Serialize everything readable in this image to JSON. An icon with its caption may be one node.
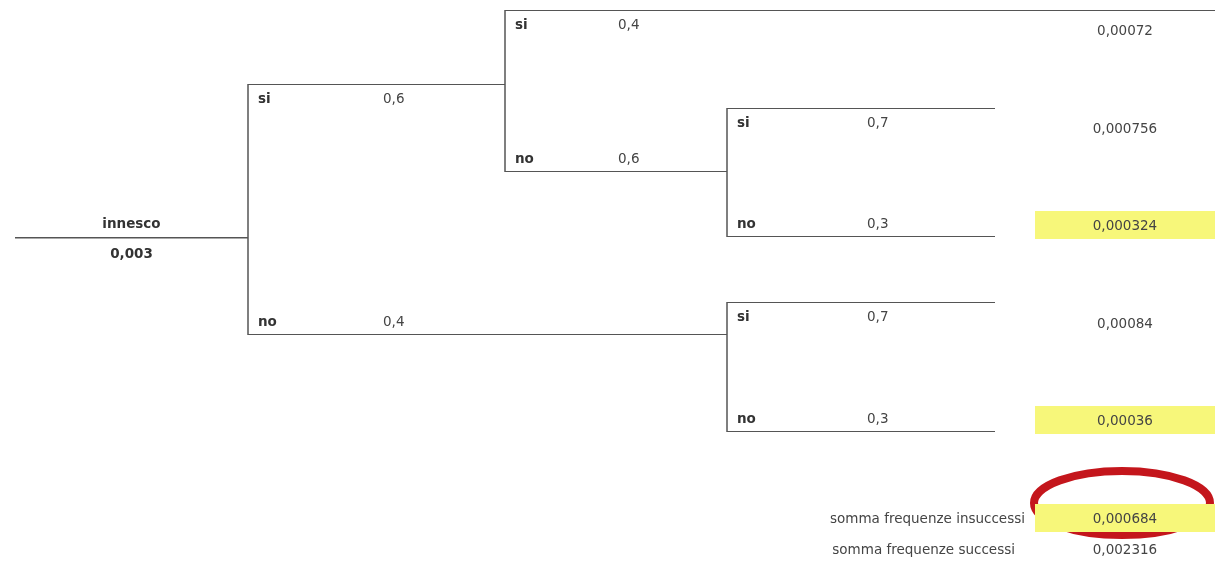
{
  "diagram": {
    "nodes": [
      {
        "text": [
          "innesco",
          "0,003"
        ]
      },
      {
        "text": [
          "si",
          "0,6"
        ]
      },
      {
        "text": [
          "no",
          "0,4"
        ]
      },
      {
        "text": [
          "si",
          "0,4"
        ]
      },
      {
        "text": [
          "no",
          "0,6"
        ]
      },
      {
        "text": [
          "si",
          "0,7"
        ]
      },
      {
        "text": [
          "no",
          "0,3"
        ]
      },
      {
        "text": [
          "si",
          "0,7"
        ]
      },
      {
        "text": [
          "no",
          "0,3"
        ]
      }
    ],
    "edges": [
      {
        "from": 0,
        "to": 1,
        "arrow": "none"
      },
      {
        "from": 0,
        "to": 2,
        "arrow": "none"
      },
      {
        "from": 1,
        "to": 3,
        "arrow": "none"
      },
      {
        "from": 1,
        "to": 4,
        "arrow": "none"
      },
      {
        "from": 4,
        "to": 5,
        "arrow": "none"
      },
      {
        "from": 4,
        "to": 6,
        "arrow": "none"
      },
      {
        "from": 2,
        "to": 7,
        "arrow": "none"
      },
      {
        "from": 2,
        "to": 8,
        "arrow": "none"
      }
    ],
    "labels": [
      "0,00072",
      "0,000756",
      "0,000324",
      "0,00084",
      "0,00036",
      "somma frequenze insuccessi",
      "0,000684",
      "somma frequenze successi",
      "0,002316"
    ]
  }
}
